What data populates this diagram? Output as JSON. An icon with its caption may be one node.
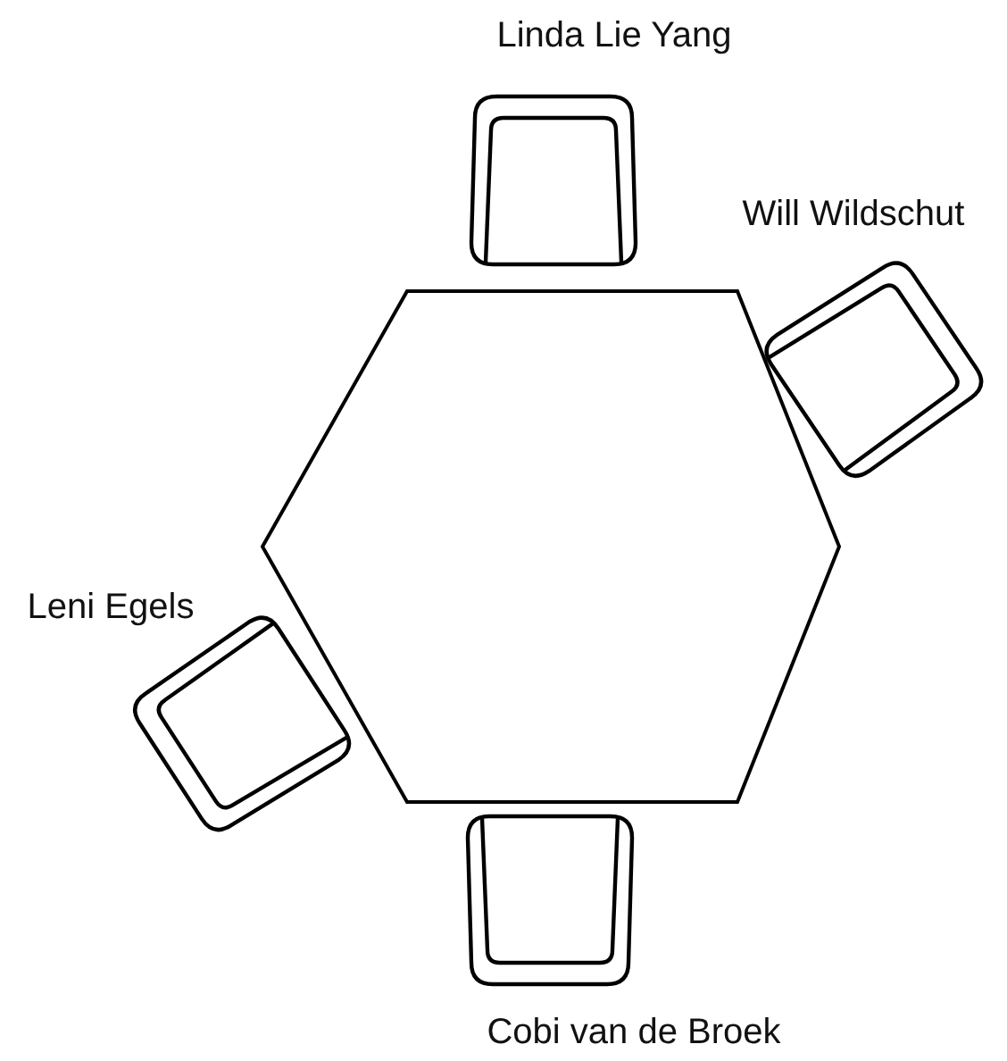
{
  "diagram": {
    "nodes": [
      {
        "text": [],
        "shape": "hexagon"
      },
      {
        "text": [],
        "shape": "chair",
        "beside": [
          "Linda Lie Yang"
        ]
      },
      {
        "text": [],
        "shape": "chair",
        "beside": [
          "Will Wildschut"
        ]
      },
      {
        "text": [],
        "shape": "chair",
        "beside": [
          "Leni Egels"
        ]
      },
      {
        "text": [],
        "shape": "chair",
        "beside": [
          "Cobi van de Broek"
        ]
      }
    ]
  }
}
